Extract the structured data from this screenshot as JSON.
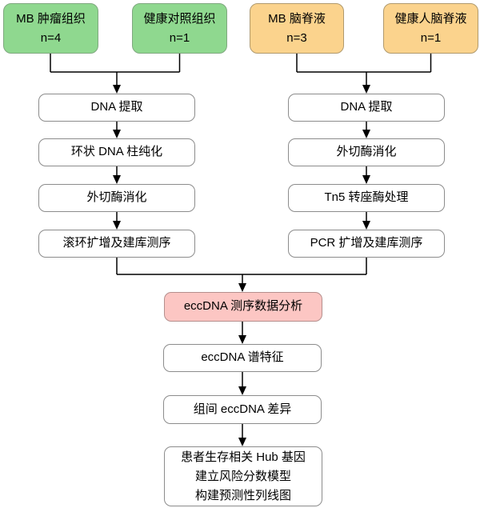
{
  "diagram_title": "eccDNA sequencing workflow flowchart",
  "colors": {
    "green_fill": "#8fd88f",
    "yellow_fill": "#fbd38d",
    "pink_fill": "#fcc6c3",
    "white_fill": "#ffffff",
    "box_border": "#8c8c8c",
    "line_color": "#000000",
    "text_color": "#000000"
  },
  "sources": [
    {
      "label": "MB 肿瘤组织",
      "n": "n=4",
      "color": "green"
    },
    {
      "label": "健康对照组织",
      "n": "n=1",
      "color": "green"
    },
    {
      "label": "MB 脑脊液",
      "n": "n=3",
      "color": "yellow"
    },
    {
      "label": "健康人脑脊液",
      "n": "n=1",
      "color": "yellow"
    }
  ],
  "left_pipeline": [
    "DNA 提取",
    "环状 DNA 柱纯化",
    "外切酶消化",
    "滚环扩增及建库测序"
  ],
  "right_pipeline": [
    "DNA 提取",
    "外切酶消化",
    "Tn5 转座酶处理",
    "PCR 扩增及建库测序"
  ],
  "analysis": {
    "label": "eccDNA 测序数据分析"
  },
  "downstream": [
    "eccDNA 谱特征",
    "组间 eccDNA 差异"
  ],
  "final_box": {
    "line1": "患者生存相关 Hub 基因",
    "line2": "建立风险分数模型",
    "line3": "构建预测性列线图"
  }
}
